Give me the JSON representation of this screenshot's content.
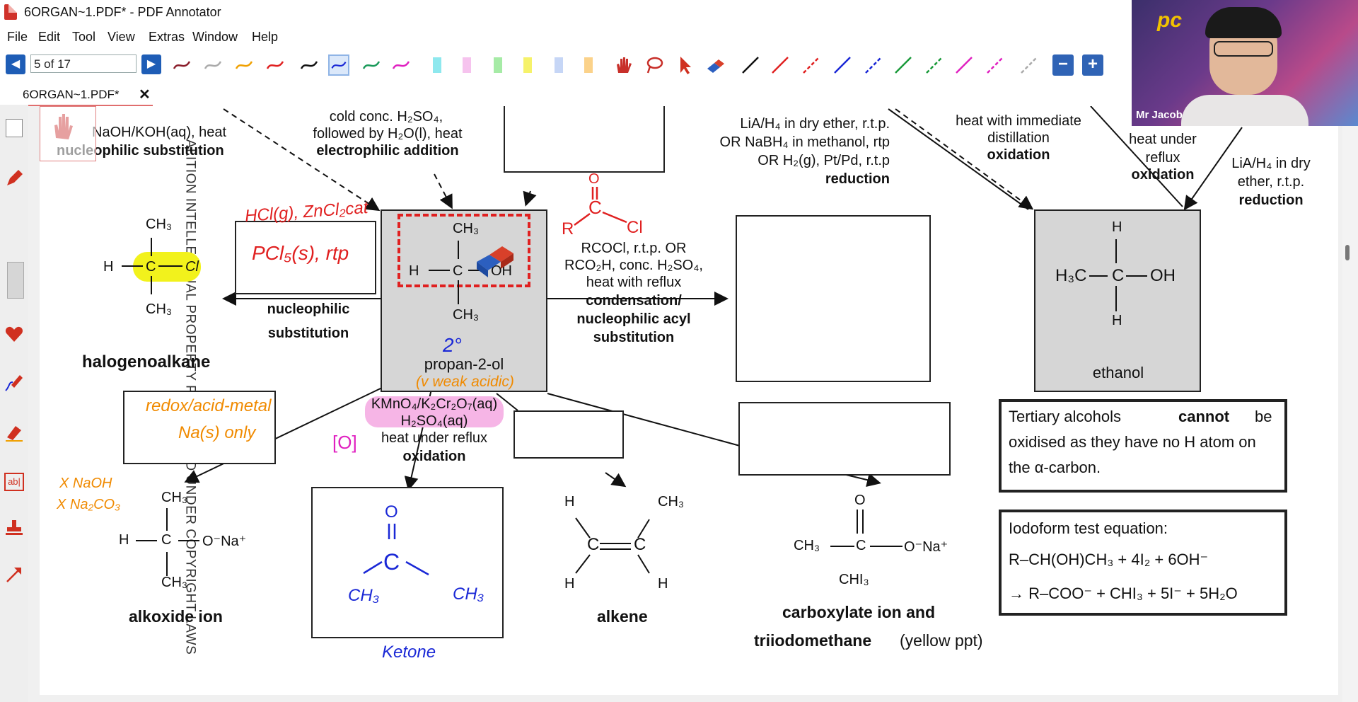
{
  "window": {
    "title": "6ORGAN~1.PDF* - PDF Annotator"
  },
  "menu": [
    "File",
    "Edit",
    "Tool",
    "View",
    "Extras",
    "Window",
    "Help"
  ],
  "toolbar": {
    "page_indicator": "5 of 17"
  },
  "tab": {
    "label": "6ORGAN~1.PDF*",
    "close": "✕"
  },
  "webcam": {
    "name": "Mr Jacob"
  },
  "watermark": "ALITION INTELLECTUAL PROPERTY PROTECTED UNDER COPYRIGHT LAWS",
  "doc": {
    "top_left": {
      "reagent": "NaOH/KOH(aq), heat",
      "name": "nucleophilic substitution"
    },
    "top_mid": {
      "l1": "cold conc. H₂SO₄,",
      "l2": "followed by H₂O(l), heat",
      "name": "electrophilic addition"
    },
    "top_red": {
      "l1": "LiA/H₄ in dry ether, r.t.p.",
      "l2": "OR NaBH₄ in methanol, rtp",
      "l3": "OR H₂(g), Pt/Pd, r.t.p",
      "name": "reduction"
    },
    "top_dist": {
      "l1": "heat with immediate",
      "l2": "distillation",
      "name": "oxidation"
    },
    "top_reflux": {
      "l1": "heat under",
      "l2": "reflux",
      "name": "oxidation"
    },
    "top_right": {
      "l1": "LiA/H₄ in dry",
      "l2": "ether, r.t.p.",
      "name": "reduction"
    },
    "halo": {
      "ch3_top": "CH₃",
      "h": "H",
      "c": "C",
      "cl": "Cl",
      "ch3_bot": "CH₃",
      "name": "halogenoalkane"
    },
    "nuc_sub": {
      "l1": "nucleophilic",
      "l2": "substitution"
    },
    "propanol": {
      "ch3_top": "CH₃",
      "h": "H",
      "c": "C",
      "oh": "OH",
      "ch3_bot": "CH₃",
      "name": "propan-2-ol"
    },
    "ester": {
      "l1": "RCOCl, r.t.p. OR",
      "l2": "RCO₂H, conc. H₂SO₄,",
      "l3": "heat with reflux",
      "n1": "condensation/",
      "n2": "nucleophilic acyl",
      "n3": "substitution"
    },
    "ethanol": {
      "h_top": "H",
      "h3c": "H₃C",
      "c": "C",
      "oh": "OH",
      "h_bot": "H",
      "name": "ethanol"
    },
    "oxid": {
      "l1": "KMnO₄/K₂Cr₂O₇(aq)",
      "l2": "H₂SO₄(aq)",
      "l3": "heat under reflux",
      "name": "oxidation"
    },
    "tertiary": {
      "l1a": "Tertiary alcohols",
      "l1b": "cannot",
      "l1c": "be",
      "l2": "oxidised as they have no H atom on",
      "l3": "the α-carbon."
    },
    "iodoform": {
      "l1": "Iodoform test equation:",
      "l2": "R–CH(OH)CH₃ + 4I₂ + 6OH⁻",
      "l3": "→ R–COO⁻ + CHI₃ + 5I⁻ + 5H₂O"
    },
    "alkoxide": {
      "ch3_top": "CH₃",
      "h": "H",
      "c": "C",
      "o": "O⁻Na⁺",
      "ch3_bot": "CH₃",
      "name": "alkoxide ion"
    },
    "alkene": {
      "h1": "H",
      "ch3": "CH₃",
      "c1": "C",
      "c2": "C",
      "h2": "H",
      "h3": "H",
      "name": "alkene"
    },
    "carbox": {
      "o": "O",
      "ch3": "CH₃",
      "c": "C",
      "ona": "O⁻Na⁺",
      "chi3": "CHI₃",
      "n1": "carboxylate ion and",
      "n2": "triiodomethane",
      "n3": "(yellow ppt)"
    }
  },
  "ink": {
    "hcl": "HCl(g), ZnCl₂cat",
    "pcl5": "PCl₅(s), rtp",
    "secondary": "2°",
    "weak_acidic": "(v weak acidic)",
    "redox": "redox/acid-metal",
    "na_only": "Na(s) only",
    "x_naoh": "X NaOH",
    "x_na2co3": "X Na₂CO₃",
    "oxidant": "[O]",
    "ketone": "Ketone",
    "ketone_o": "O",
    "ketone_c": "C",
    "ketone_ch3a": "CH₃",
    "ketone_ch3b": "CH₃",
    "acyl_o": "O",
    "acyl_c": "C",
    "acyl_cl": "Cl",
    "acyl_r": "R"
  },
  "colors": {
    "accent": "#1e5db6",
    "ink_red": "#e02020",
    "ink_blue": "#1a28d6",
    "ink_orange": "#f08a00",
    "ink_magenta": "#e020c0",
    "highlight_yellow": "#f2f21c",
    "highlight_pink": "#f6b5e6"
  }
}
